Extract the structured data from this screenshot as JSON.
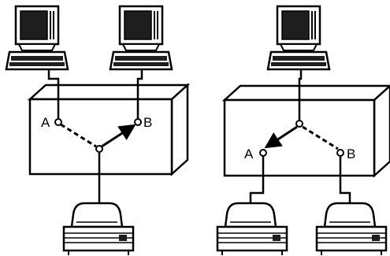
{
  "colors": {
    "ink": "#000000",
    "fill_white": "#ffffff",
    "screen_dark": "#1e1e1e"
  },
  "left_panel": {
    "label_a": "A",
    "label_b": "B",
    "switch_position": "B",
    "terminals": 2,
    "printers": 1
  },
  "right_panel": {
    "label_a": "A",
    "label_b": "B",
    "switch_position": "A",
    "terminals": 1,
    "printers": 2
  }
}
